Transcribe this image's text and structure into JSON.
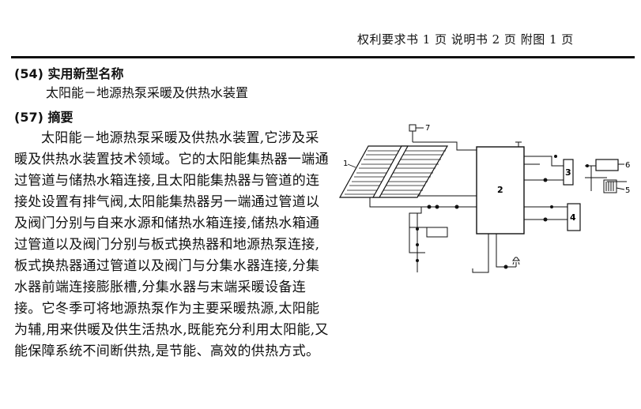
{
  "header": {
    "page_counts": "权利要求书  1 页    说明书  2 页    附图  1 页"
  },
  "sections": {
    "name_heading": "(54) 实用新型名称",
    "name_value": "太阳能－地源热泵采暖及供热水装置",
    "abstract_heading": "(57) 摘要"
  },
  "abstract": {
    "text": "太阳能－地源热泵采暖及供热水装置,它涉及采暖及供热水装置技术领域。它的太阳能集热器一端通过管道与储热水箱连接,且太阳能集热器与管道的连接处设置有排气阀,太阳能集热器另一端通过管道以及阀门分别与自来水源和储热水箱连接,储热水箱通过管道以及阀门分别与板式换热器和地源热泵连接,板式换热器通过管道以及阀门与分集水器连接,分集水器前端连接膨胀槽,分集水器与末端采暖设备连接。它冬季可将地源热泵作为主要采暖热源,太阳能为辅,用来供暖及供生活热水,既能充分利用太阳能,又能保障系统不间断供热,是节能、高效的供热方式。"
  },
  "figure": {
    "labels": {
      "n1": "1",
      "n2": "2",
      "n3": "3",
      "n4": "4",
      "n5": "5",
      "n6": "6",
      "n7": "7"
    }
  }
}
